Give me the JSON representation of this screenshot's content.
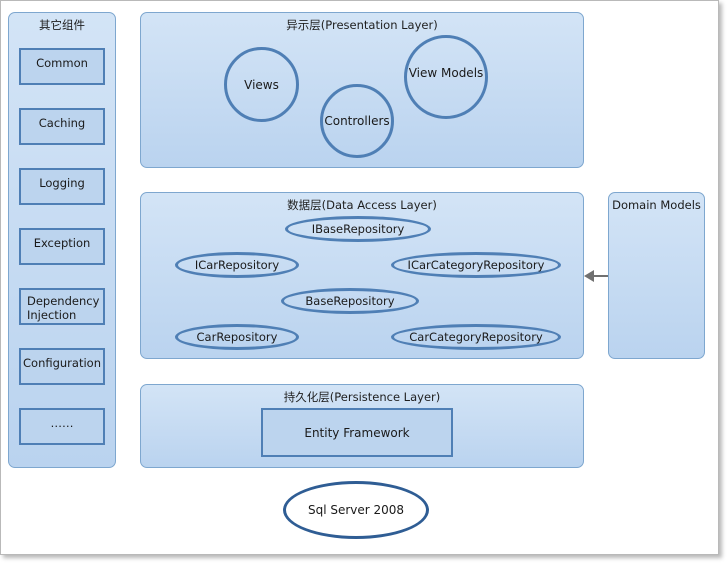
{
  "other_components": {
    "title": "其它组件",
    "items": [
      "Common",
      "Caching",
      "Logging",
      "Exception",
      "Dependency Injection",
      "Configuration",
      "……"
    ]
  },
  "presentation": {
    "title": "异示层(Presentation Layer)",
    "views": "Views",
    "controllers": "Controllers",
    "view_models": "View Models"
  },
  "data_access": {
    "title": "数据层(Data Access Layer)",
    "ibase": "IBaseRepository",
    "icar": "ICarRepository",
    "icarcategory": "ICarCategoryRepository",
    "base": "BaseRepository",
    "car": "CarRepository",
    "carcategory": "CarCategoryRepository"
  },
  "domain_models": {
    "label": "Domain Models"
  },
  "persistence": {
    "title": "持久化层(Persistence Layer)",
    "entity_framework": "Entity Framework"
  },
  "database": {
    "label": "Sql Server 2008"
  },
  "colors": {
    "panel_top": "#d3e4f6",
    "panel_bottom": "#bad3ef",
    "shape_stroke": "#4f7fb5",
    "arrow": "#707070"
  }
}
